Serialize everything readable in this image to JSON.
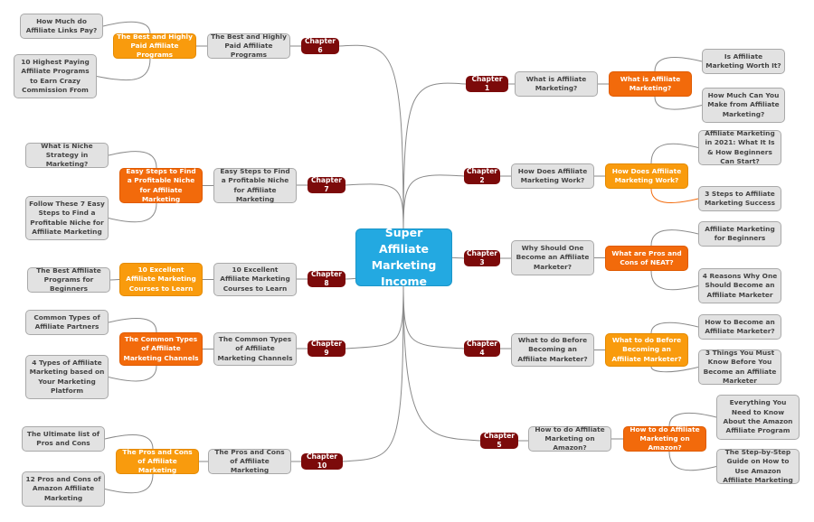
{
  "center": {
    "label": "Super Affiliate Marketing Income"
  },
  "colors": {
    "center": "#23a9e1",
    "chapter": "#7c0a0a",
    "orange": "#f26a0b",
    "amber": "#f99b0d",
    "topic": "#e2e2e2"
  },
  "chapters": [
    {
      "chapter": "Chapter 1",
      "topic": "What is Affiliate Marketing?",
      "highlight": "What is Affiliate Marketing?",
      "leaves": [
        "Is Affiliate Marketing Worth It?",
        "How Much Can You Make from Affiliate Marketing?"
      ]
    },
    {
      "chapter": "Chapter 2",
      "topic": "How Does Affiliate Marketing Work?",
      "highlight": "How Does Affiliate Marketing Work?",
      "leaves": [
        "Affiliate Marketing in 2021: What It Is & How Beginners Can Start?",
        "3 Steps to Affiliate Marketing Success"
      ]
    },
    {
      "chapter": "Chapter 3",
      "topic": "Why Should One Become an Affiliate Marketer?",
      "highlight": "What are Pros and Cons of NEAT?",
      "leaves": [
        "Affiliate Marketing for Beginners",
        "4 Reasons Why One Should Become an Affiliate Marketer"
      ]
    },
    {
      "chapter": "Chapter 4",
      "topic": "What to do Before Becoming an Affiliate Marketer?",
      "highlight": "What to do Before Becoming an Affiliate Marketer?",
      "leaves": [
        "How to Become an Affiliate Marketer?",
        "3 Things You Must Know Before You Become an Affiliate Marketer"
      ]
    },
    {
      "chapter": "Chapter 5",
      "topic": "How to do Affiliate Marketing on Amazon?",
      "highlight": "How to do Affiliate Marketing on Amazon?",
      "leaves": [
        "Everything You Need to Know About the Amazon Affiliate Program",
        "The Step-by-Step Guide on How to Use Amazon Affiliate Marketing"
      ]
    },
    {
      "chapter": "Chapter 6",
      "topic": "The Best and Highly Paid Affiliate Programs",
      "highlight": "The Best and Highly Paid Affiliate Programs",
      "leaves": [
        "How Much do Affiliate Links Pay?",
        "10 Highest Paying Affiliate Programs to Earn Crazy Commission From"
      ]
    },
    {
      "chapter": "Chapter 7",
      "topic": "Easy Steps to Find a Profitable Niche for Affiliate Marketing",
      "highlight": "Easy Steps to Find a Profitable Niche for Affiliate Marketing",
      "leaves": [
        "What is Niche Strategy in Marketing?",
        "Follow These 7 Easy Steps to Find a Profitable Niche for Affiliate Marketing"
      ]
    },
    {
      "chapter": "Chapter 8",
      "topic": "10 Excellent Affiliate Marketing Courses to Learn",
      "highlight": "10 Excellent Affiliate Marketing Courses to Learn",
      "leaves": [
        "The Best Affiliate Programs for Beginners"
      ]
    },
    {
      "chapter": "Chapter 9",
      "topic": "The Common Types of Affiliate Marketing Channels",
      "highlight": "The Common Types of Affiliate Marketing Channels",
      "leaves": [
        "Common Types of Affiliate Partners",
        "4 Types of Affiliate Marketing based on Your Marketing Platform"
      ]
    },
    {
      "chapter": "Chapter 10",
      "topic": "The Pros and Cons of Affiliate Marketing",
      "highlight": "The Pros and Cons of Affiliate Marketing",
      "leaves": [
        "The Ultimate list of Pros and Cons",
        "12 Pros and Cons of Amazon Affiliate Marketing"
      ]
    }
  ]
}
